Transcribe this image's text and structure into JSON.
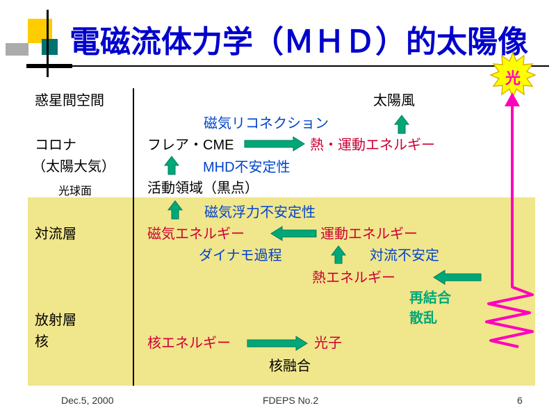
{
  "slide": {
    "title": "電磁流体力学（ＭＨＤ）的太陽像",
    "footer_date": "Dec.5, 2000",
    "footer_center": "FDEPS No.2",
    "footer_page": "6"
  },
  "starburst": {
    "label": "光"
  },
  "layers": {
    "interplanetary": "惑星間空間",
    "corona": "コロナ",
    "corona_note": "（太陽大気）",
    "photosphere": "光球面",
    "convection_zone": "対流層",
    "radiative_zone": "放射層",
    "core": "核"
  },
  "nodes": {
    "solar_wind": "太陽風",
    "magnetic_reconnection": "磁気リコネクション",
    "flare_cme": "フレア・CME",
    "thermal_kinetic_energy": "熱・運動エネルギー",
    "mhd_instability": "MHD不安定性",
    "active_region": "活動領域（黒点）",
    "magnetic_buoyancy_instability": "磁気浮力不安定性",
    "magnetic_energy": "磁気エネルギー",
    "kinetic_energy": "運動エネルギー",
    "dynamo_process": "ダイナモ過程",
    "convective_instability": "対流不安定",
    "thermal_energy": "熱エネルギー",
    "recombination": "再結合",
    "scattering": "散乱",
    "nuclear_energy": "核エネルギー",
    "photon": "光子",
    "nuclear_fusion": "核融合"
  },
  "colors": {
    "title_blue": "#0000CC",
    "body_blue": "#0044CC",
    "red": "#CC0033",
    "green_arrow": "#00A878",
    "magenta_arrow": "#FF00BB",
    "panel_yellow": "#F0E68C",
    "starburst_yellow": "#FFFF00"
  }
}
